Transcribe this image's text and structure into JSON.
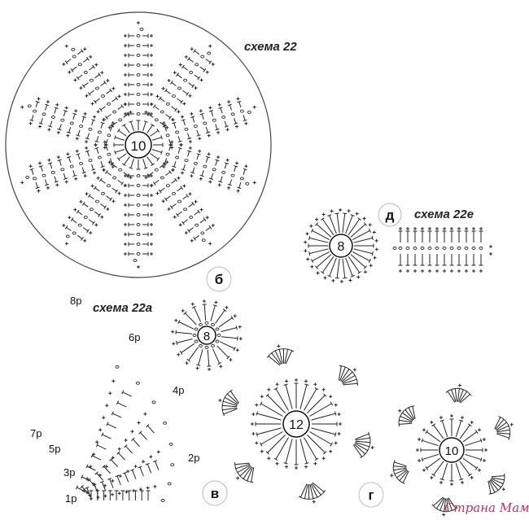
{
  "captions": {
    "scheme22": "схема 22",
    "scheme22a": "схема 22а",
    "scheme22e": "схема 22е"
  },
  "letters": {
    "b": "б",
    "v": "в",
    "g": "г",
    "d": "д"
  },
  "centers": {
    "big": "10",
    "small_v": "8",
    "flower_g": "12",
    "flower_right": "10",
    "small_d": "8"
  },
  "rows": [
    "1р",
    "2р",
    "3р",
    "4р",
    "5р",
    "6р",
    "7р",
    "8р"
  ],
  "watermark": "Страна Мам",
  "watermark_color": "#c0306a"
}
